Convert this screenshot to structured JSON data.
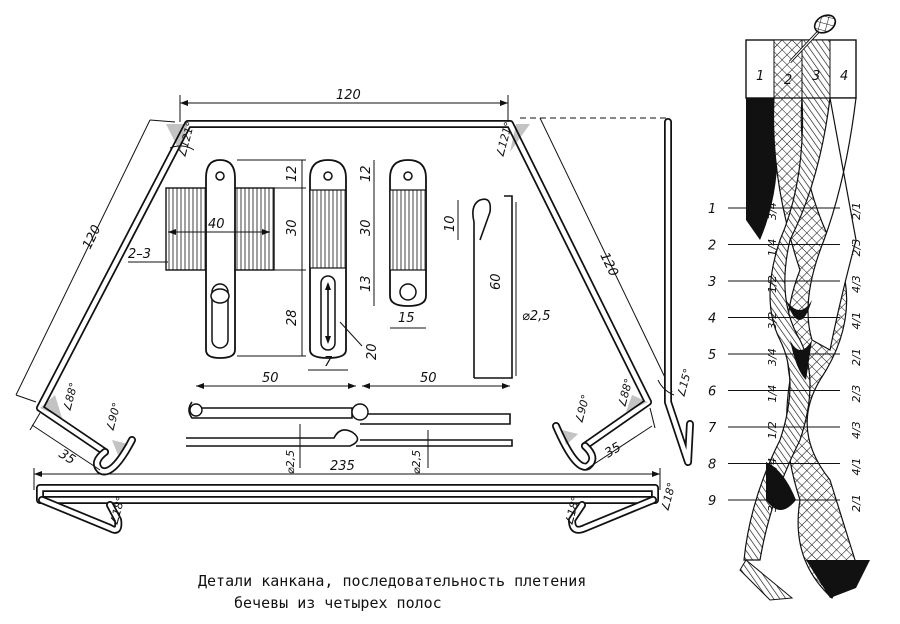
{
  "caption": {
    "line1": "Детали канкана, последовательность плетения",
    "line2": "бечевы из четырех полос"
  },
  "dimensions": {
    "top_width": "120",
    "left_side": "120",
    "right_side": "120",
    "angle_top_left": "∠121°",
    "angle_top_right": "∠121°",
    "angle_left_bottom": "∠88°",
    "angle_left_hook": "∠90°",
    "angle_right_hook": "∠90°",
    "angle_right_bottom": "∠88°",
    "angle_side_15": "∠15°",
    "angle_side_18": "∠18°",
    "hook_left": "35",
    "hook_right": "35",
    "base_length": "235",
    "base_angle_left": "∠18°",
    "base_angle_right": "∠18°",
    "plate_thickness": "2–3",
    "plate_width": "40",
    "plate_h_top": "12",
    "plate_h_mid": "30",
    "plate_h_low": "28",
    "plate2_h_top": "12",
    "plate2_h_mid": "30",
    "plate2_h_low": "13",
    "plate2_width": "15",
    "slot_width": "7",
    "slot_len": "20",
    "clip_10": "10",
    "clip_60": "60",
    "clip_diam": "⌀2,5",
    "rod_left": "50",
    "rod_right": "50",
    "rod_diam_left": "⌀2,5",
    "rod_diam_right": "⌀2,5"
  },
  "braid": {
    "strip_numbers": [
      "1",
      "2",
      "3",
      "4"
    ],
    "rows": [
      {
        "num": "1",
        "left": "3/4",
        "right": "2/1"
      },
      {
        "num": "2",
        "left": "1/4",
        "right": "2/3"
      },
      {
        "num": "3",
        "left": "1/2",
        "right": "4/3"
      },
      {
        "num": "4",
        "left": "3/2",
        "right": "4/1"
      },
      {
        "num": "5",
        "left": "3/4",
        "right": "2/1"
      },
      {
        "num": "6",
        "left": "1/4",
        "right": "2/3"
      },
      {
        "num": "7",
        "left": "1/2",
        "right": "4/3"
      },
      {
        "num": "8",
        "left": "3/4",
        "right": "4/1"
      },
      {
        "num": "9",
        "left": "3/4",
        "right": "2/1"
      }
    ]
  },
  "icons": {
    "pin": "pin-icon"
  }
}
